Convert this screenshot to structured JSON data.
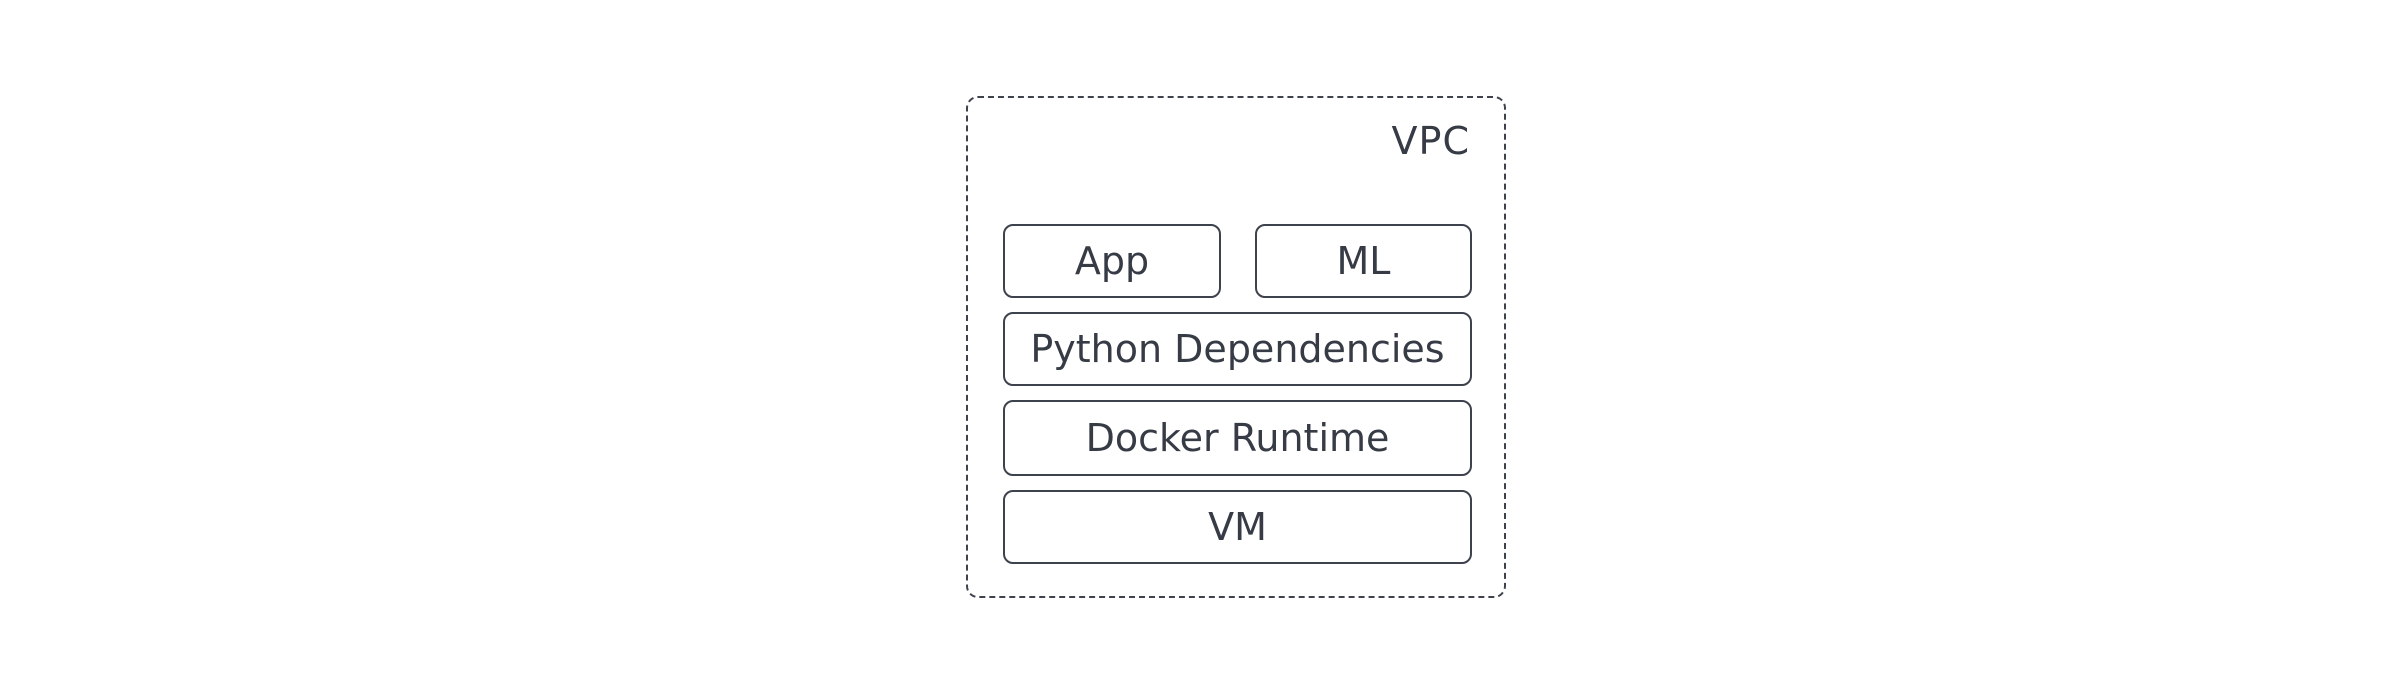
{
  "diagram": {
    "container": {
      "label": "VPC"
    },
    "layers": {
      "app": "App",
      "ml": "ML",
      "python": "Python Dependencies",
      "docker": "Docker Runtime",
      "vm": "VM"
    }
  }
}
